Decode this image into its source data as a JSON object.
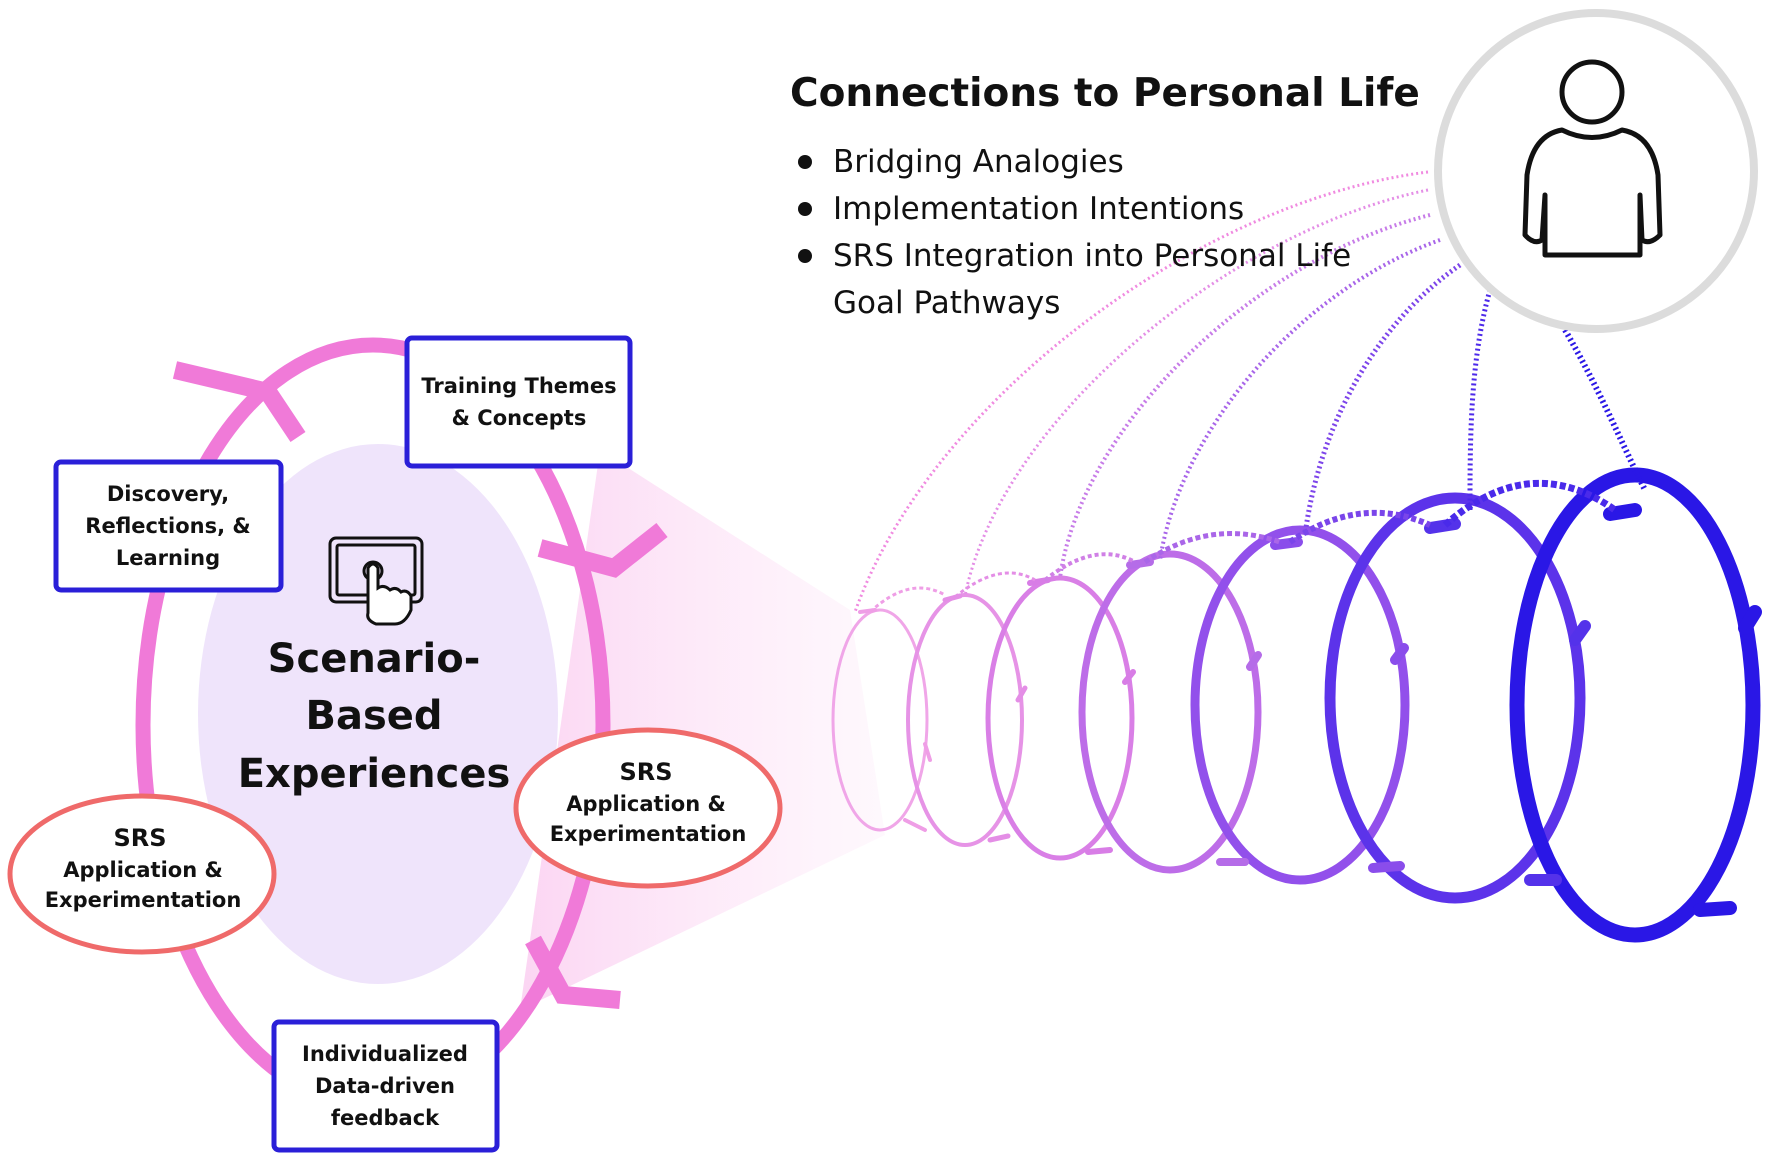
{
  "connections": {
    "heading": "Connections to Personal Life",
    "bullets": [
      "Bridging Analogies",
      "Implementation Intentions",
      "SRS Integration into Personal Life"
    ],
    "bullet_continuation": "Goal Pathways"
  },
  "cycle": {
    "center_title_lines": [
      "Scenario-",
      "Based",
      "Experiences"
    ],
    "boxes": {
      "training": [
        "Training Themes",
        "& Concepts"
      ],
      "discovery": [
        "Discovery,",
        "Reflections, &",
        "Learning"
      ],
      "feedback": [
        "Individualized",
        "Data-driven",
        "feedback"
      ]
    },
    "ovals": {
      "srs_right": [
        "SRS",
        "Application &",
        "Experimentation"
      ],
      "srs_left": [
        "SRS",
        "Application &",
        "Experimentation"
      ]
    }
  },
  "icons": {
    "center": "tablet-touch-icon",
    "person": "person-icon"
  },
  "colors": {
    "pink": "#f07ad8",
    "blue": "#2a17e6",
    "box_border": "#2a1fd8",
    "oval_border": "#ef6a6a",
    "center_fill": "#efe4fb",
    "person_circle": "#dcdcdc"
  }
}
